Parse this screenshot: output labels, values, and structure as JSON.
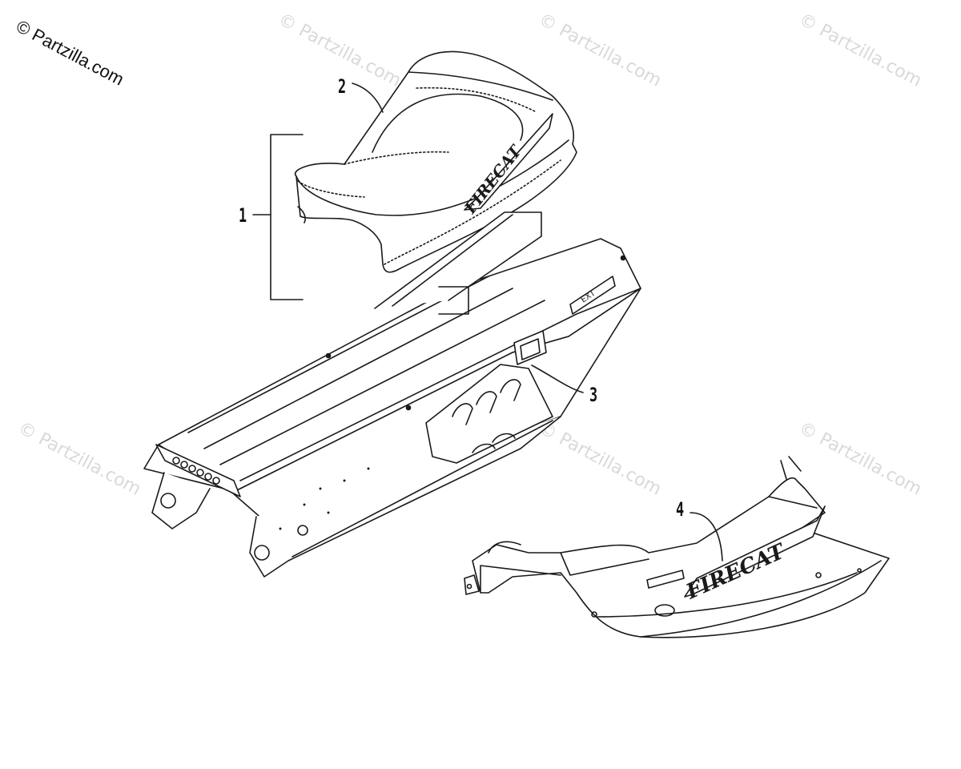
{
  "copyright": "© Partzilla.com",
  "watermark": "© Partzilla.com",
  "callouts": [
    "1",
    "2",
    "3",
    "4"
  ],
  "brand_mark": "FIRECAT",
  "badge_mark": "EXT",
  "icons": [
    "seat-icon",
    "tunnel-icon",
    "hood-icon",
    "decal-icon"
  ]
}
